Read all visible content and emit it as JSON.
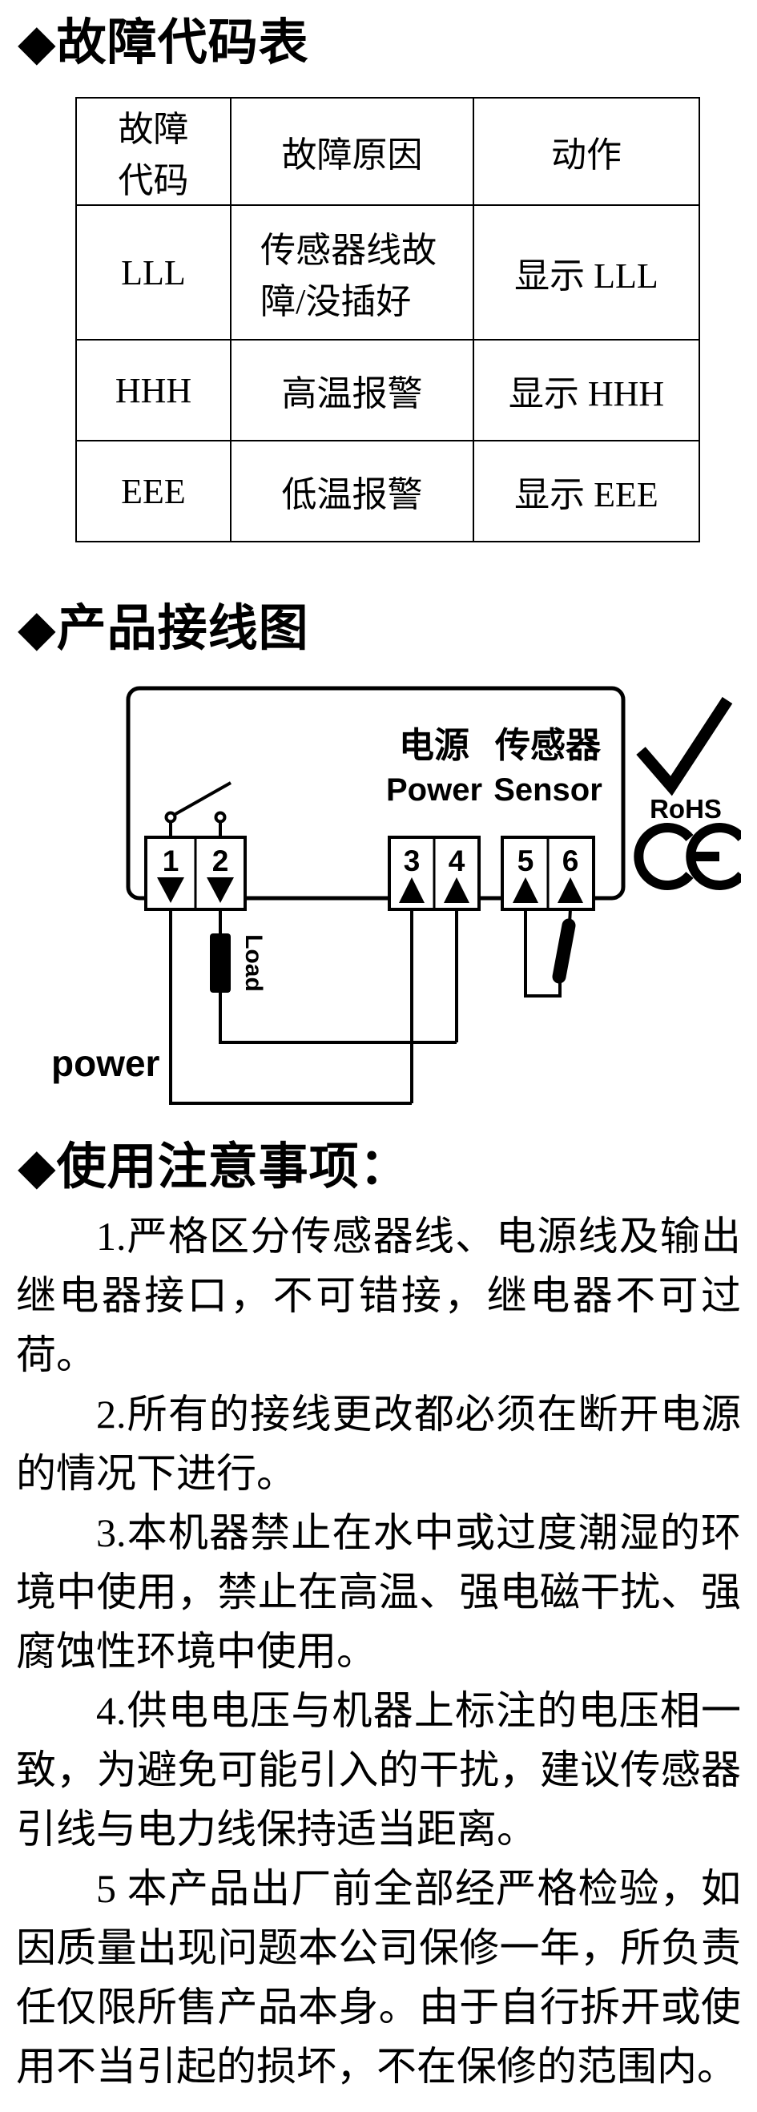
{
  "fault_section": {
    "heading": "◆故障代码表",
    "table": {
      "headers": [
        "故障代码",
        "故障原因",
        "动作"
      ],
      "rows": [
        {
          "code": "LLL",
          "cause": "传感器线故障/没插好",
          "action": "显示 LLL"
        },
        {
          "code": "HHH",
          "cause": "高温报警",
          "action": "显示 HHH"
        },
        {
          "code": "EEE",
          "cause": "低温报警",
          "action": "显示 EEE"
        }
      ]
    }
  },
  "wiring_section": {
    "heading": "◆产品接线图",
    "diagram": {
      "terminals": [
        "1",
        "2",
        "3",
        "4",
        "5",
        "6"
      ],
      "power_label_cn": "电源",
      "power_label_en": "Power",
      "sensor_label_cn": "传感器",
      "sensor_label_en": "Sensor",
      "rohs_label": "RoHS",
      "ce_label": "CE",
      "load_label": "Load",
      "mains_label": "power",
      "line_color": "#000000"
    }
  },
  "precautions_section": {
    "heading": "◆使用注意事项：",
    "items": [
      "1.严格区分传感器线、电源线及输出继电器接口，不可错接，继电器不可过荷。",
      "2.所有的接线更改都必须在断开电源的情况下进行。",
      "3.本机器禁止在水中或过度潮湿的环境中使用，禁止在高温、强电磁干扰、强腐蚀性环境中使用。",
      "4.供电电压与机器上标注的电压相一致，为避免可能引入的干扰，建议传感器引线与电力线保持适当距离。",
      "5 本产品出厂前全部经严格检验，如因质量出现问题本公司保修一年，所负责任仅限所售产品本身。由于自行拆开或使用不当引起的损坏，不在保修的范围内。"
    ]
  }
}
